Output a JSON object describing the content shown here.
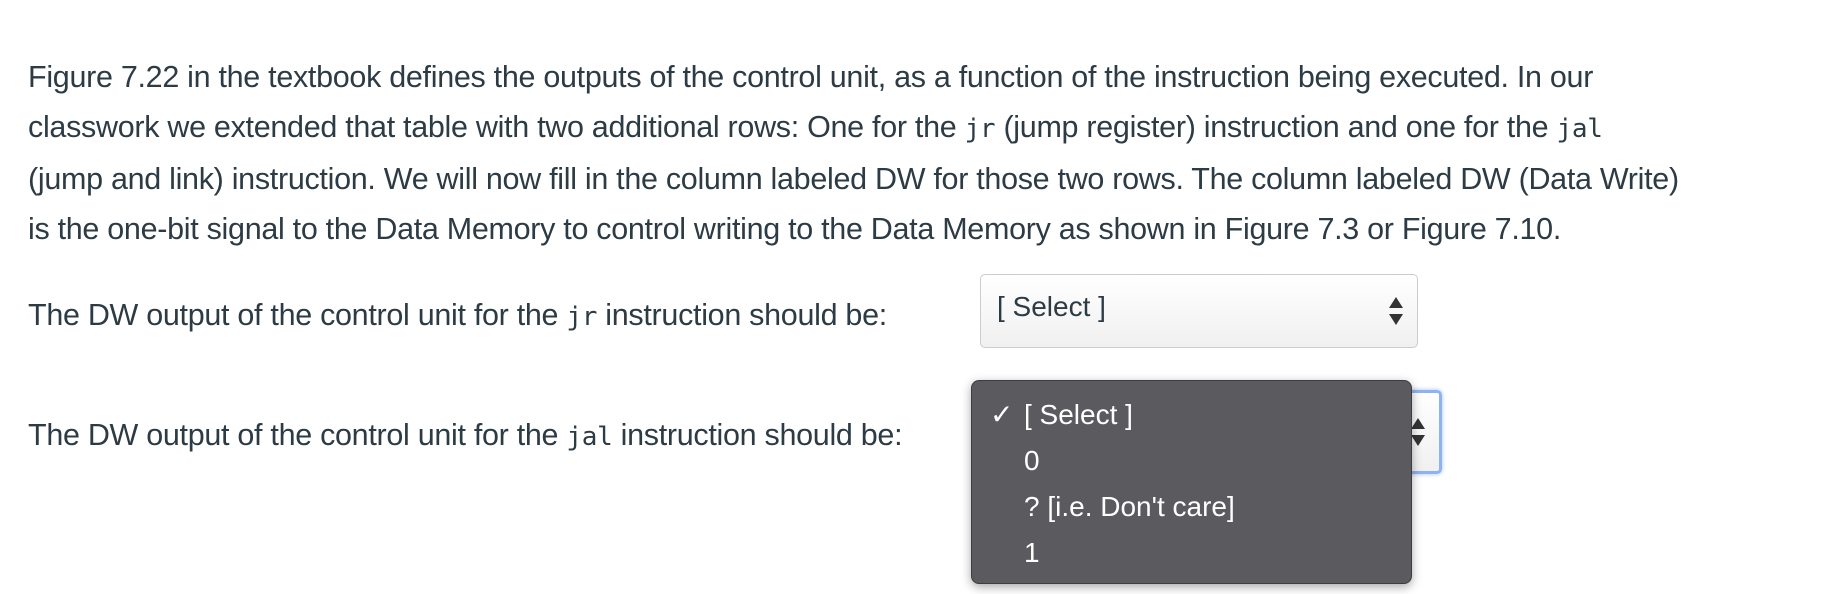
{
  "paragraph": {
    "l1": "Figure 7.22 in the textbook defines the outputs of the control unit, as a function of the instruction being executed.  In our",
    "l2a": "classwork we extended that table with two additional rows: One for the ",
    "l2code1": "jr",
    "l2b": " (jump register) instruction and one for the ",
    "l2code2": "jal",
    "l3": "(jump and link) instruction.  We will now fill in the column labeled DW for those two rows.  The column labeled DW (Data Write)",
    "l4": "is the one-bit signal to the Data Memory to control writing to the Data Memory as shown in Figure 7.3 or Figure 7.10."
  },
  "question1": {
    "pre": "The DW output of the control unit for the ",
    "code": "jr",
    "post": " instruction should be:",
    "selected": "[ Select ]"
  },
  "question2": {
    "pre": "The DW output of the control unit for the ",
    "code": "jal",
    "post": " instruction should be:"
  },
  "dropdown": {
    "check": "✓",
    "options": [
      "[ Select ]",
      "0",
      "? [i.e. Don't care]",
      "1"
    ]
  }
}
